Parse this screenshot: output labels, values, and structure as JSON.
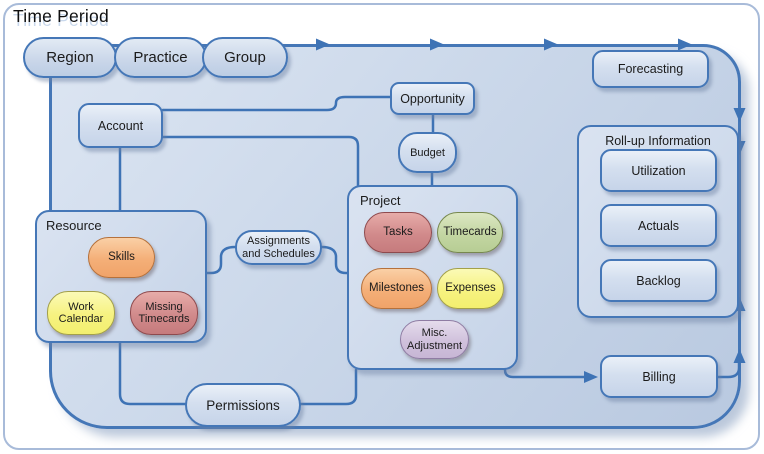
{
  "title": "Time Period",
  "colors": {
    "line": "#3E73B5",
    "node_border": "#4577B7",
    "container_fill_light": "#DCE5F2",
    "container_fill_dark": "#B9C9E0",
    "salmon": "#CB7F80",
    "green": "#BACF98",
    "orange": "#F2A76C",
    "yellow": "#F4F172",
    "purple": "#CBBBD8"
  },
  "top_pills": [
    {
      "label": "Region"
    },
    {
      "label": "Practice"
    },
    {
      "label": "Group"
    }
  ],
  "nodes": {
    "account": {
      "label": "Account"
    },
    "opportunity": {
      "label": "Opportunity"
    },
    "budget": {
      "label": "Budget"
    },
    "forecasting": {
      "label": "Forecasting"
    },
    "assignments": {
      "label": "Assignments and Schedules"
    },
    "permissions": {
      "label": "Permissions"
    },
    "billing": {
      "label": "Billing"
    }
  },
  "resource_group": {
    "label": "Resource",
    "items": [
      {
        "label": "Skills",
        "color": "orange"
      },
      {
        "label": "Work Calendar",
        "color": "yellow"
      },
      {
        "label": "Missing Timecards",
        "color": "salmon"
      }
    ]
  },
  "project_group": {
    "label": "Project",
    "items": [
      {
        "label": "Tasks",
        "color": "salmon"
      },
      {
        "label": "Timecards",
        "color": "green"
      },
      {
        "label": "Milestones",
        "color": "orange"
      },
      {
        "label": "Expenses",
        "color": "yellow"
      },
      {
        "label": "Misc. Adjustment",
        "color": "purple"
      }
    ]
  },
  "rollup_group": {
    "label": "Roll-up Information",
    "items": [
      {
        "label": "Utilization"
      },
      {
        "label": "Actuals"
      },
      {
        "label": "Backlog"
      }
    ]
  }
}
